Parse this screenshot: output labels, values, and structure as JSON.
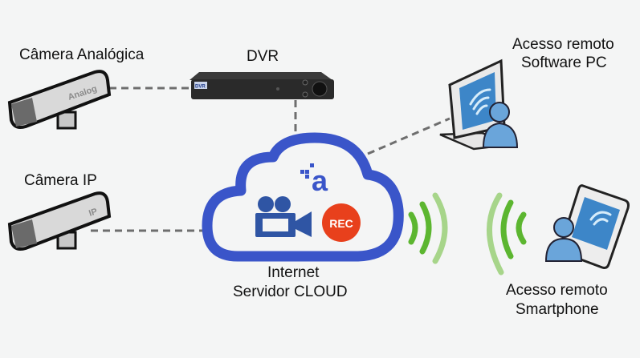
{
  "labels": {
    "analog_camera": "Câmera Analógica",
    "dvr": "DVR",
    "ip_camera": "Câmera IP",
    "cloud_line1": "Internet",
    "cloud_line2": "Servidor CLOUD",
    "pc_line1": "Acesso remoto",
    "pc_line2": "Software PC",
    "phone_line1": "Acesso remoto",
    "phone_line2": "Smartphone"
  },
  "device_marks": {
    "analog_camera_tag": "Analog",
    "ip_camera_tag": "IP",
    "dvr_badge": "DVR",
    "rec_badge": "REC",
    "logo_letter": "a"
  },
  "colors": {
    "cloud_blue": "#3a55c9",
    "camera_icon_blue": "#2f55a4",
    "rec_red": "#e8401c",
    "signal_green": "#5cb630",
    "signal_light_green": "#a7d58a",
    "connector_gray": "#6e6e6e"
  }
}
